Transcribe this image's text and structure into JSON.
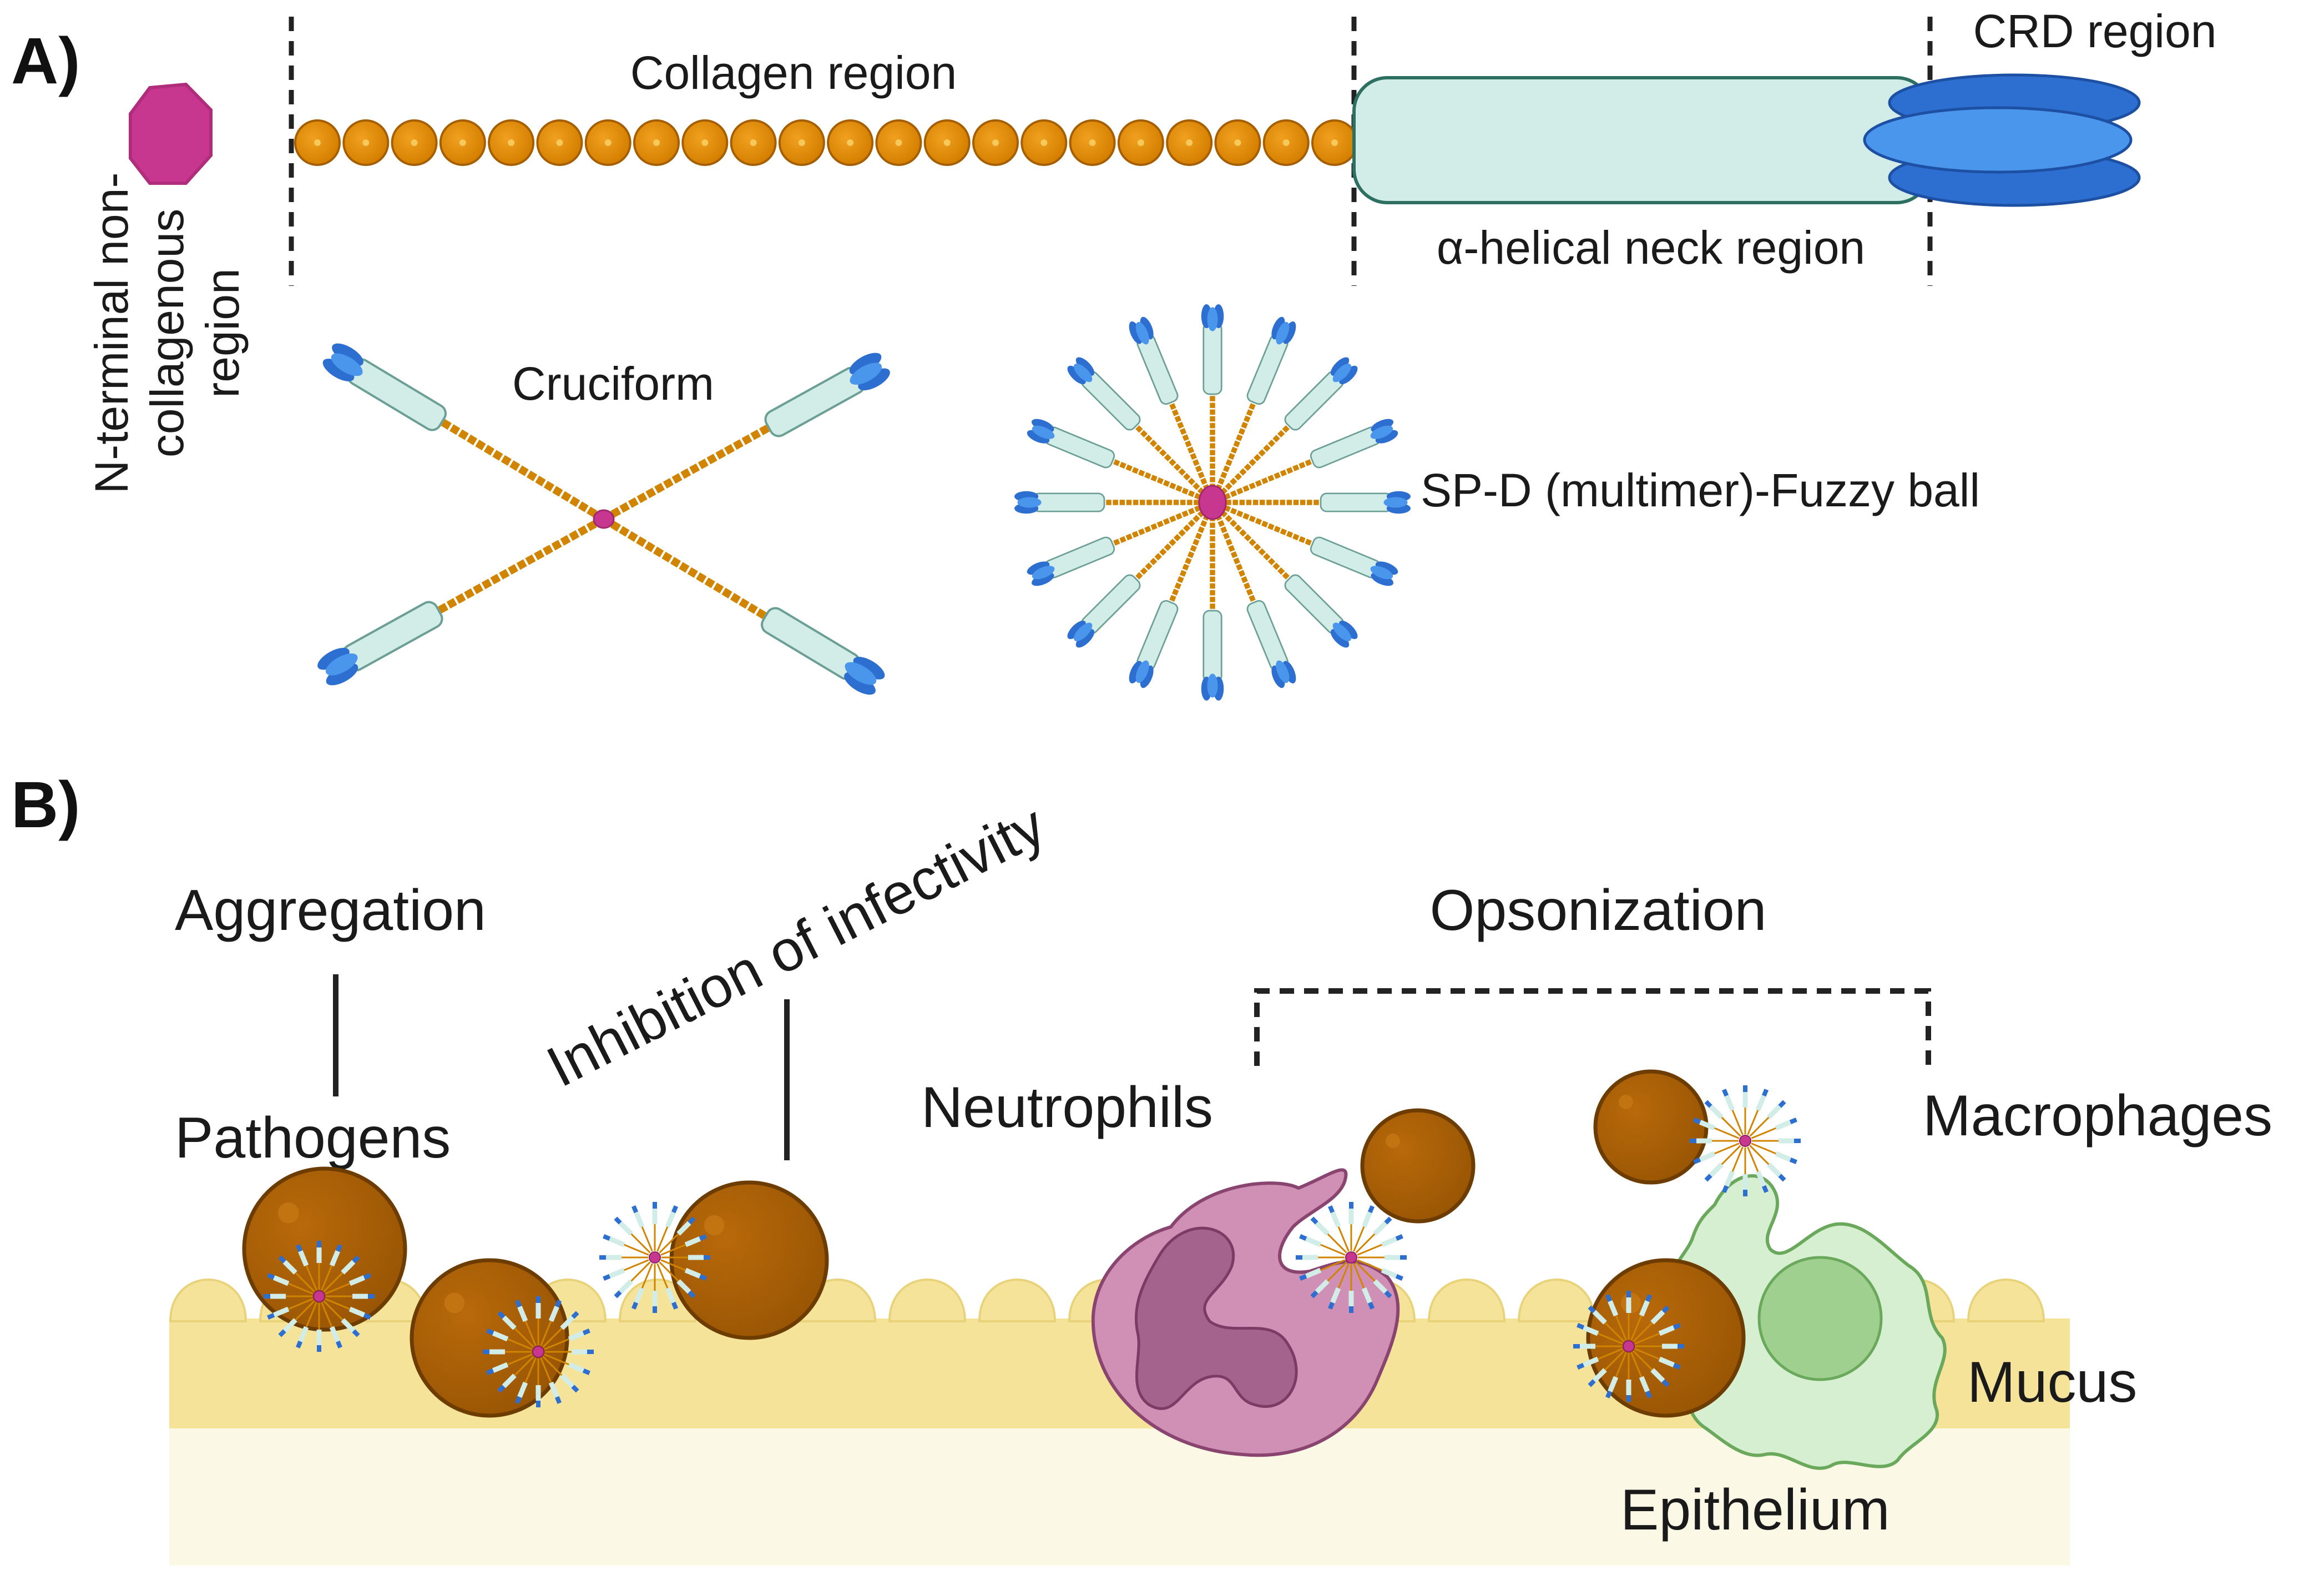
{
  "panel_a": {
    "letter": "A)",
    "collagen_label": "Collagen region",
    "crd_label": "CRD region",
    "neck_label": "α-helical neck region",
    "nterm_label_lines": [
      "N-terminal non-",
      "collagenous",
      "region"
    ],
    "cruciform_label": "Cruciform",
    "fuzzy_label": "SP-D (multimer)-Fuzzy ball"
  },
  "panel_b": {
    "letter": "B)",
    "aggregation": "Aggregation",
    "inhibition": "Inhibition of infectivity",
    "opsonization": "Opsonization",
    "pathogens": "Pathogens",
    "neutrophils": "Neutrophils",
    "macrophages": "Macrophages",
    "mucus": "Mucus",
    "epithelium": "Epithelium"
  },
  "colors": {
    "n_terminal": "#c8378f",
    "collagen_bead": "#e08a00",
    "neck": "#d2ece8",
    "crd_dark": "#2d6fd1",
    "crd_light": "#4a96ec",
    "pathogen": "#a85f05",
    "mucus": "#f5e39a",
    "epithelium": "#fcf8e6",
    "neutrophil": "#d08fb4",
    "macrophage": "#d5efd0"
  }
}
